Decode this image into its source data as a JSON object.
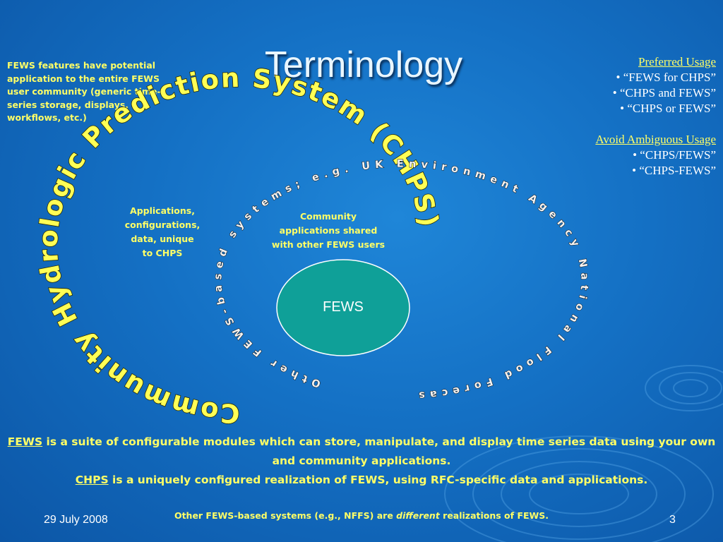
{
  "slide": {
    "title": "Terminology",
    "left_note": "FEWS features have potential application to the entire FEWS user community (generic time-series storage, displays, workflows, etc.)",
    "usage": {
      "preferred_header": "Preferred Usage",
      "preferred_items": [
        "• “FEWS for CHPS”",
        "• “CHPS and FEWS”",
        "• “CHPS or FEWS”"
      ],
      "avoid_header": "Avoid Ambiguous Usage",
      "avoid_items": [
        "• “CHPS/FEWS”",
        "• “CHPS-FEWS”"
      ]
    },
    "diagram": {
      "outer_arc_text": "Community Hydrologic Prediction System (CHPS)",
      "middle_arc_text": "Other FEWS-based systems; e.g. UK Environment Agency National Flood Forecasting System (NFFS)",
      "inner_label": "FEWS",
      "chps_caption": [
        "Applications,",
        "configurations,",
        "data, unique",
        "to CHPS"
      ],
      "community_caption": [
        "Community",
        "applications shared",
        "with other FEWS users"
      ],
      "colors": {
        "outer_ellipse": "#ffff55",
        "middle_ellipse": "#f0f0f0",
        "fews_fill": "#0fa098",
        "fews_stroke": "#ffffff"
      }
    },
    "bottom": {
      "fews_term": "FEWS",
      "fews_def": " is a suite of configurable modules which can store, manipulate, and display time series data using your own and community applications.",
      "chps_term": "CHPS",
      "chps_def": " is a uniquely configured realization of FEWS, using RFC-specific data and applications."
    },
    "footer_note": {
      "before": "Other FEWS-based systems (e.g., NFFS) are ",
      "emphasis": "different",
      "after": " realizations of FEWS."
    },
    "date": "29 July 2008",
    "page_number": "3",
    "theme": {
      "background": "#1470c4",
      "accent_yellow": "#ffff66",
      "text_white": "#ffffff"
    }
  }
}
